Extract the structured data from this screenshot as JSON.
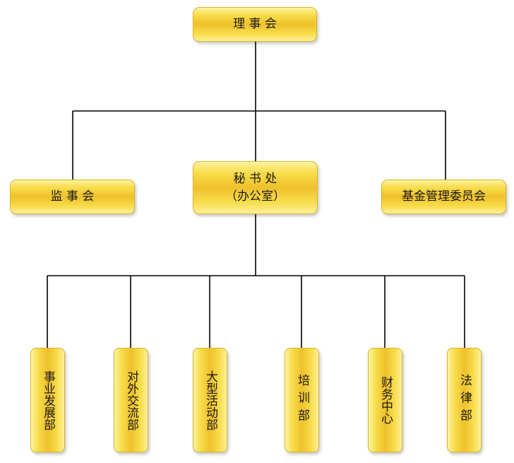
{
  "root": {
    "label": "理 事 会"
  },
  "level2": {
    "left": {
      "label": "监 事 会"
    },
    "center": {
      "line1": "秘 书 处",
      "line2": "（办公室）"
    },
    "right": {
      "label": "基金管理委员会"
    }
  },
  "departments": [
    {
      "label": "事业发展部"
    },
    {
      "label": "对外交流部"
    },
    {
      "label": "大型活动部"
    },
    {
      "label": "培训部"
    },
    {
      "label": "财务中心"
    },
    {
      "label": "法律部"
    }
  ],
  "colors": {
    "box_fill": "#efc12c",
    "box_highlight": "#fff3a3",
    "line": "#000000"
  }
}
